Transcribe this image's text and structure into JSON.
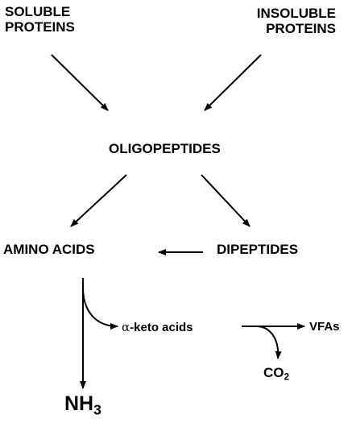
{
  "nodes": {
    "soluble_proteins": {
      "line1": "SOLUBLE",
      "line2": "PROTEINS"
    },
    "insoluble_proteins": {
      "line1": "INSOLUBLE",
      "line2": "PROTEINS"
    },
    "oligopeptides": "OLIGOPEPTIDES",
    "amino_acids": "AMINO ACIDS",
    "dipeptides": "DIPEPTIDES",
    "alpha_keto_acids": {
      "greek": "α",
      "text": "-keto acids"
    },
    "vfas": "VFAs",
    "co2": {
      "base": "CO",
      "subscript": "2"
    },
    "nh3": {
      "base": "NH",
      "subscript": "3"
    }
  },
  "colors": {
    "text": "#000000",
    "arrow": "#000000",
    "background": "#ffffff"
  }
}
